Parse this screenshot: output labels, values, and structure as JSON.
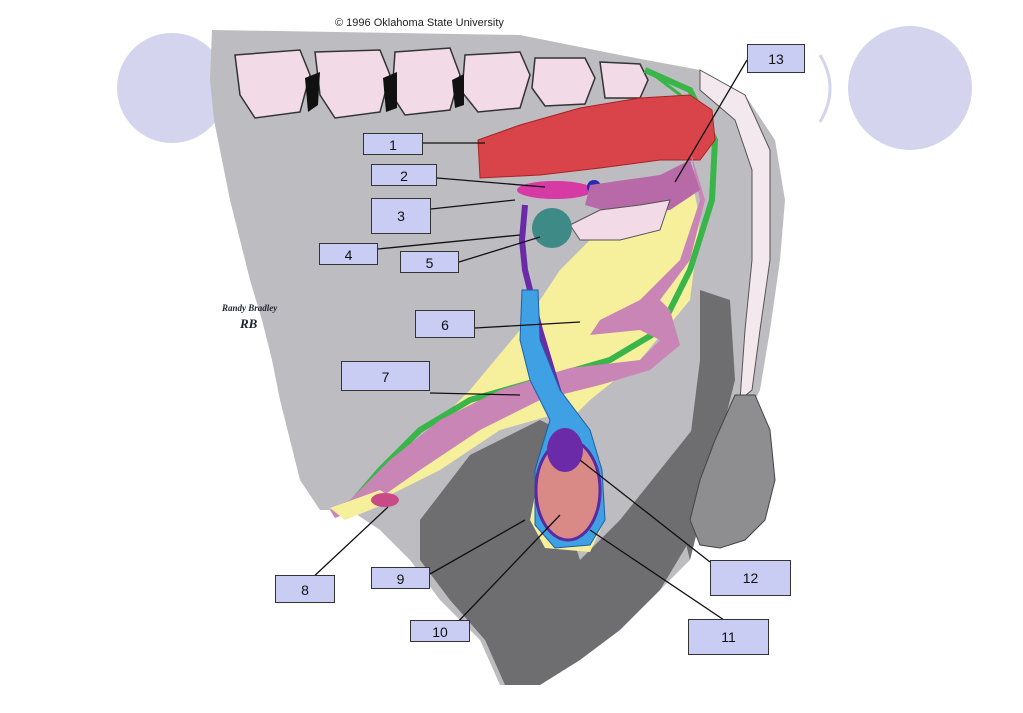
{
  "copyright": "© 1996 Oklahoma State University",
  "signature": {
    "name": "Randy Bradley",
    "monogram": "RB"
  },
  "labels": [
    "1",
    "2",
    "3",
    "4",
    "5",
    "6",
    "7",
    "8",
    "9",
    "10",
    "11",
    "12",
    "13"
  ],
  "colors": {
    "background_circle": "#d4d4ef",
    "body": "#bdbcc0",
    "leg": "#6e6d70",
    "rectum": "#d9434a",
    "urethra_pink": "#c985b5",
    "blue_duct": "#3fa1e3",
    "green_nerve": "#39b54a",
    "fat_yellow": "#f6ef9c",
    "testis": "#d98a87",
    "epididymis": "#6b2aa8",
    "label_fill": "#c9cdf3"
  }
}
